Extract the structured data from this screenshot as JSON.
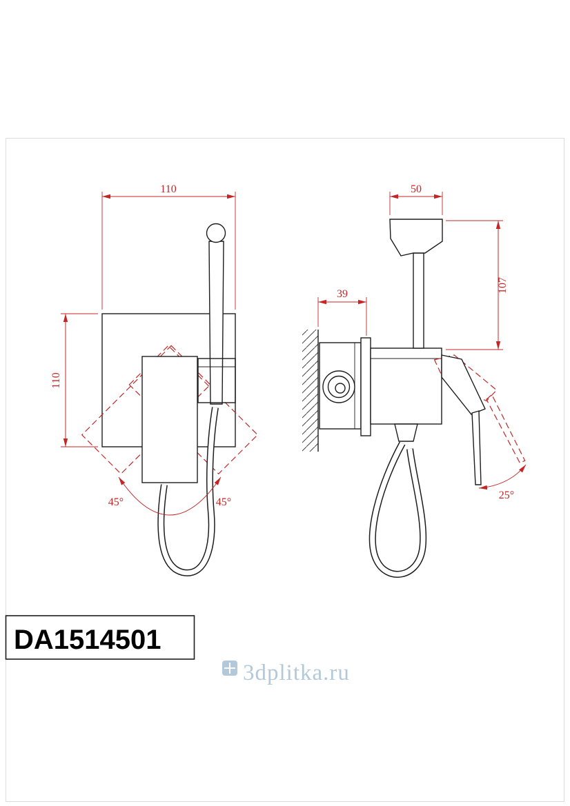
{
  "drawing": {
    "model": "DA1514501",
    "watermark": "3dplitka.ru",
    "front_view": {
      "width_mm": "110",
      "height_mm": "110",
      "swing_left": "45°",
      "swing_right": "45°"
    },
    "side_view": {
      "head_width_mm": "50",
      "wall_depth_mm": "39",
      "height_mm": "107",
      "lever_angle": "25°"
    }
  },
  "colors": {
    "line": "#1c1c1c",
    "dimension": "#c42626",
    "watermark": "#b3c9da"
  }
}
